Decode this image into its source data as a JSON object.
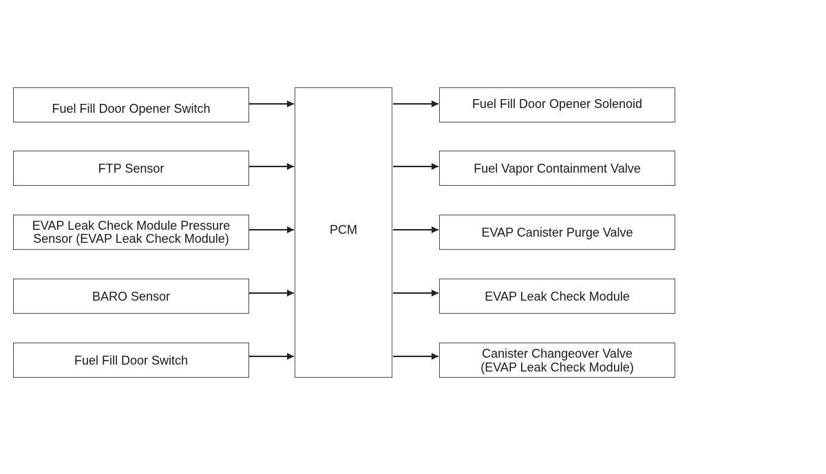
{
  "inputs": [
    {
      "label": "Fuel Fill Door Opener Switch"
    },
    {
      "label": "FTP Sensor"
    },
    {
      "label": "EVAP Leak Check Module Pressure\nSensor (EVAP Leak Check Module)"
    },
    {
      "label": "BARO Sensor"
    },
    {
      "label": "Fuel Fill Door Switch"
    }
  ],
  "controller": {
    "label": "PCM"
  },
  "outputs": [
    {
      "label": "Fuel Fill Door Opener Solenoid"
    },
    {
      "label": "Fuel Vapor Containment Valve"
    },
    {
      "label": "EVAP Canister Purge Valve"
    },
    {
      "label": "EVAP Leak Check Module"
    },
    {
      "label": "Canister Changeover Valve\n(EVAP Leak Check Module)"
    }
  ]
}
